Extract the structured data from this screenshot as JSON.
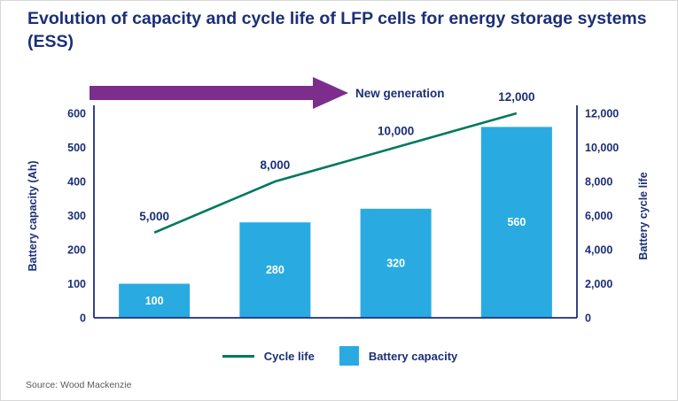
{
  "title": "Evolution of capacity and cycle life of LFP cells for energy storage systems (ESS)",
  "annotation": {
    "arrow_label": "New generation"
  },
  "legend": {
    "line_label": "Cycle life",
    "bar_label": "Battery capacity"
  },
  "source_text": "Source: Wood Mackenzie",
  "colors": {
    "title": "#1b2f77",
    "axis": "#1b2f77",
    "bar": "#29abe2",
    "bar_label": "#ffffff",
    "line": "#00795e",
    "arrow": "#7d2e8d",
    "source": "#595959"
  },
  "chart_data": {
    "type": "combo",
    "series": [
      {
        "name": "Battery capacity",
        "type": "bar",
        "axis": "left",
        "values": [
          100,
          280,
          320,
          560
        ],
        "labels": [
          "100",
          "280",
          "320",
          "560"
        ]
      },
      {
        "name": "Cycle life",
        "type": "line",
        "axis": "right",
        "values": [
          5000,
          8000,
          10000,
          12000
        ],
        "labels": [
          "5,000",
          "8,000",
          "10,000",
          "12,000"
        ]
      }
    ],
    "left_axis": {
      "title": "Battery capacity (Ah)",
      "min": 0,
      "max": 600,
      "tick_step": 100,
      "ticks": [
        "0",
        "100",
        "200",
        "300",
        "400",
        "500",
        "600"
      ]
    },
    "right_axis": {
      "title": "Battery cycle life",
      "min": 0,
      "max": 12000,
      "tick_step": 2000,
      "ticks": [
        "0",
        "2,000",
        "4,000",
        "6,000",
        "8,000",
        "10,000",
        "12,000"
      ]
    },
    "grid": false,
    "legend_position": "bottom"
  }
}
